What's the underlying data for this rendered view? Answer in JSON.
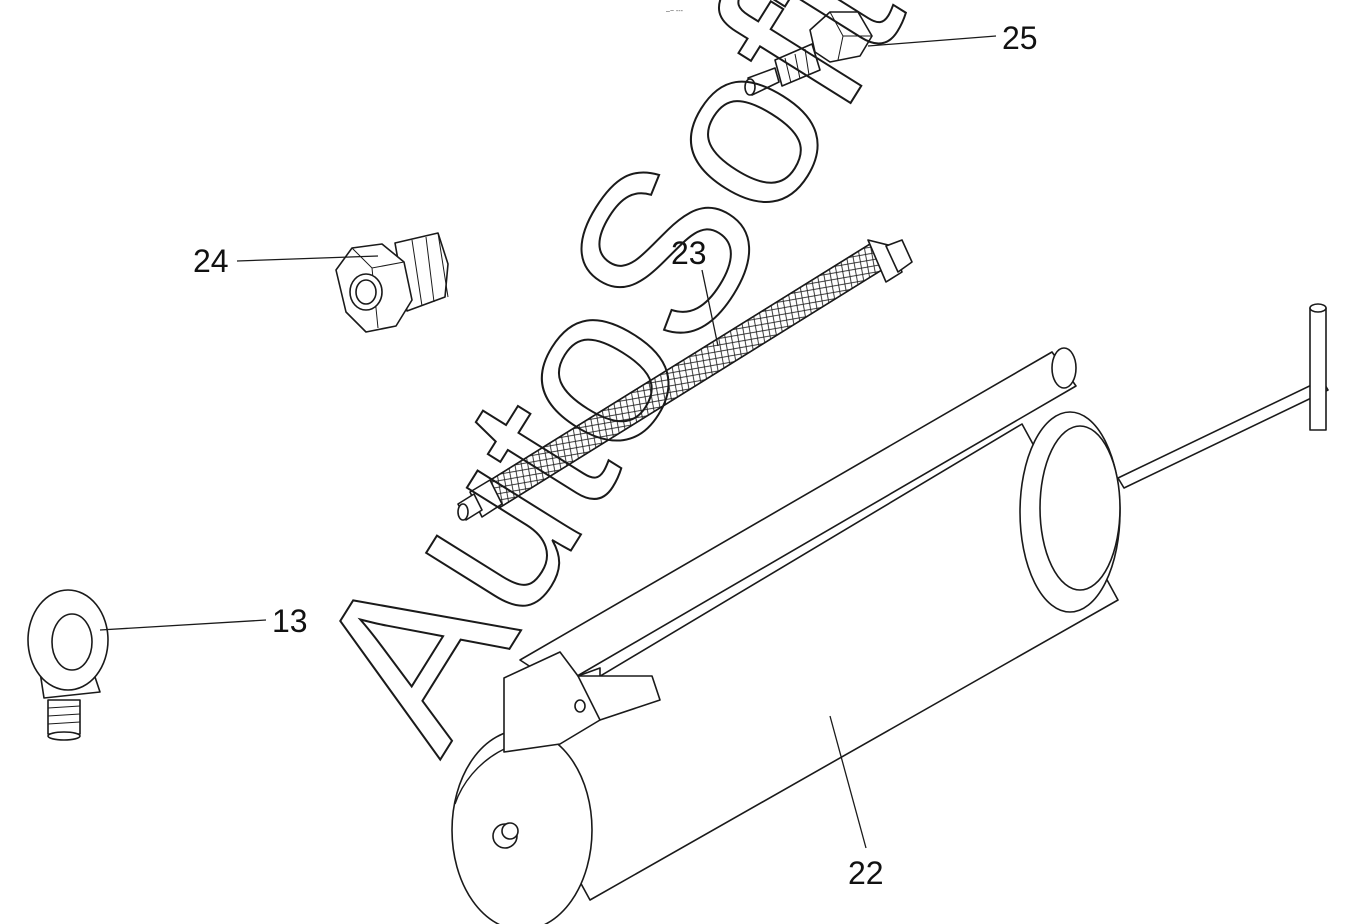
{
  "diagram": {
    "type": "exploded-parts-view",
    "callouts": [
      {
        "id": "25",
        "label": "25"
      },
      {
        "id": "24",
        "label": "24"
      },
      {
        "id": "23",
        "label": "23"
      },
      {
        "id": "13",
        "label": "13"
      },
      {
        "id": "22",
        "label": "22"
      }
    ],
    "watermark": "AutoSoft",
    "header_mark": "‒− ---"
  },
  "colors": {
    "background": "#ffffff",
    "ink": "#1a1a1a"
  }
}
